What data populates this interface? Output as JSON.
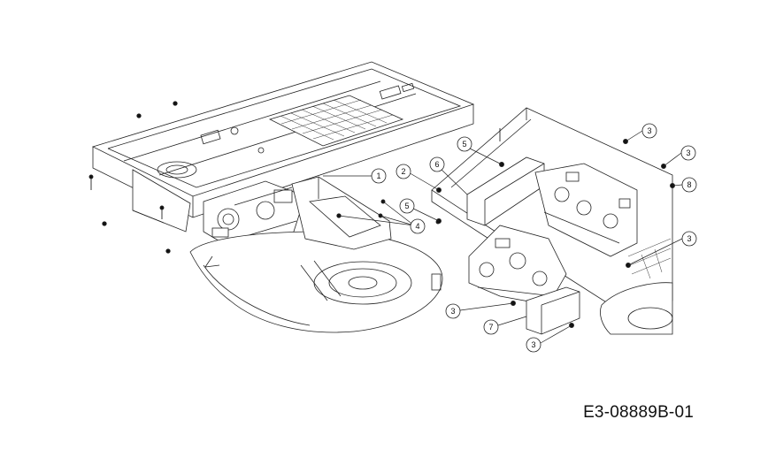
{
  "diagram": {
    "drawing_code": "E3-08889B-01",
    "callouts": [
      {
        "id": "callout-1",
        "label": "1"
      },
      {
        "id": "callout-2",
        "label": "2"
      },
      {
        "id": "callout-3a",
        "label": "3"
      },
      {
        "id": "callout-3b",
        "label": "3"
      },
      {
        "id": "callout-3c",
        "label": "3"
      },
      {
        "id": "callout-3d",
        "label": "3"
      },
      {
        "id": "callout-3e",
        "label": "3"
      },
      {
        "id": "callout-4",
        "label": "4"
      },
      {
        "id": "callout-5a",
        "label": "5"
      },
      {
        "id": "callout-5b",
        "label": "5"
      },
      {
        "id": "callout-6",
        "label": "6"
      },
      {
        "id": "callout-7",
        "label": "7"
      },
      {
        "id": "callout-8",
        "label": "8"
      }
    ]
  }
}
